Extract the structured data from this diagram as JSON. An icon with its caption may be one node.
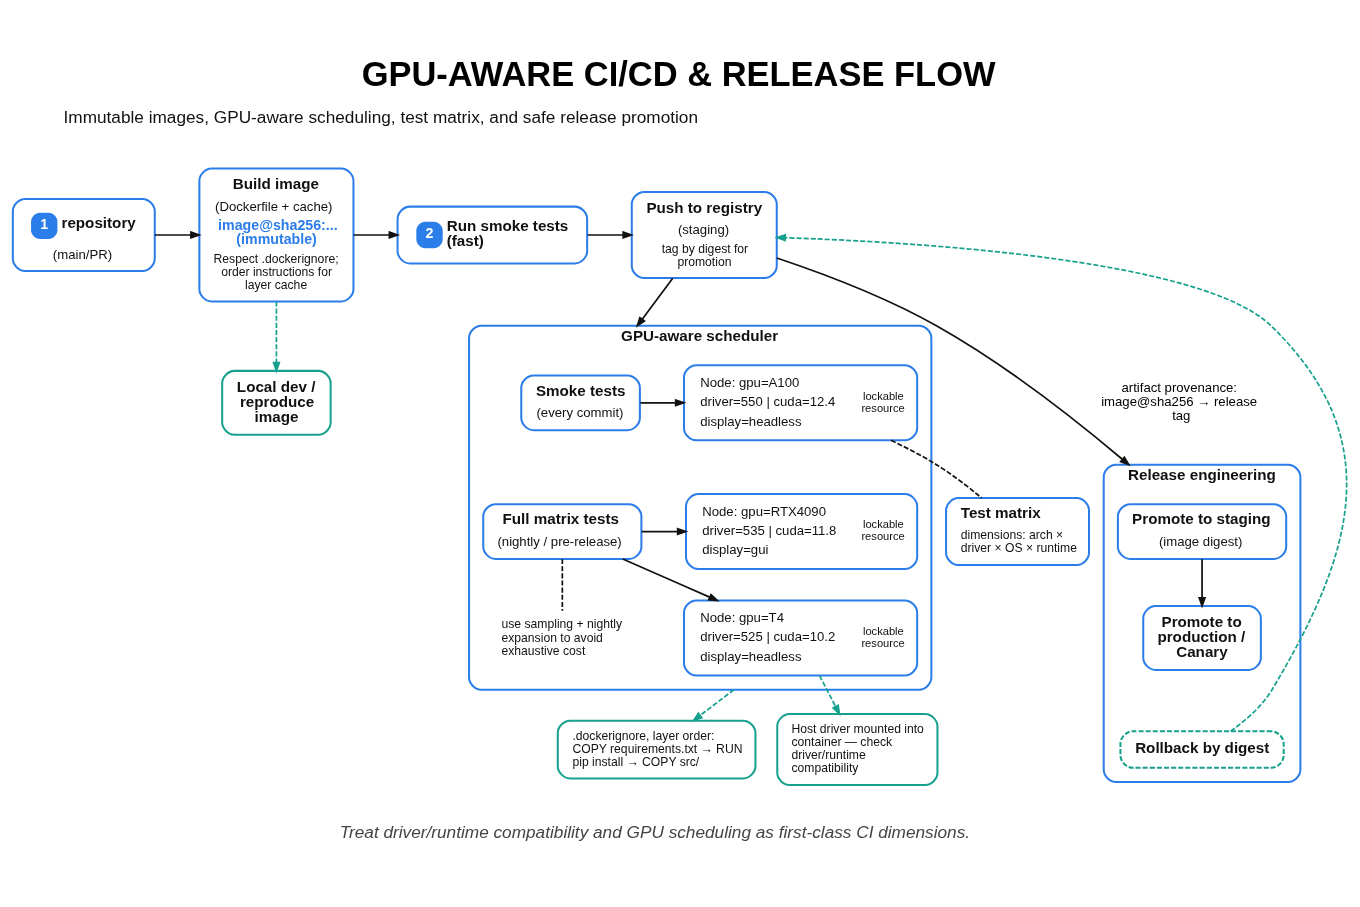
{
  "diagram": {
    "title": "GPU-AWARE CI/CD & RELEASE FLOW",
    "caption": "Treat driver/runtime compatibility and GPU scheduling as first-class CI dimensions.",
    "nodes": [
      {
        "text": [
          "1",
          "repository",
          "(main/PR)"
        ]
      },
      {
        "text": [
          "Build image",
          "(Dockerfile + cache)",
          "image@sha256:... (immutable)",
          "Respect .dockerignore; order instructions for layer cache"
        ]
      },
      {
        "text": [
          "2",
          "Run smoke tests (fast)"
        ]
      },
      {
        "text": [
          "Push to registry",
          "(staging)",
          "tag by digest for promotion"
        ]
      },
      {
        "text": [
          "Local dev / reproduce image"
        ]
      },
      {
        "text": [
          "GPU-aware scheduler"
        ]
      },
      {
        "text": [
          "Smoke tests",
          "(every commit)"
        ],
        "in": 5
      },
      {
        "text": [
          "Node: gpu=A100",
          "driver=550 | cuda=12.4",
          "display=headless",
          "lockable resource"
        ],
        "in": 5
      },
      {
        "text": [
          "Full matrix tests",
          "(nightly / pre-release)"
        ],
        "in": 5
      },
      {
        "text": [
          "Node: gpu=RTX4090",
          "driver=535 | cuda=11.8",
          "display=gui",
          "lockable resource"
        ],
        "in": 5
      },
      {
        "text": [
          "use sampling + nightly expansion to avoid exhaustive cost"
        ],
        "in": 5
      },
      {
        "text": [
          "Node: gpu=T4",
          "driver=525 | cuda=10.2",
          "display=headless",
          "lockable resource"
        ],
        "in": 5
      },
      {
        "text": [
          ".dockerignore, layer order: COPY requirements.txt → RUN pip install → COPY src/"
        ]
      },
      {
        "text": [
          "Test matrix",
          "dimensions: arch × driver × OS × runtime"
        ]
      },
      {
        "text": [
          "Host driver mounted into container — check driver/runtime compatibility"
        ]
      },
      {
        "text": [
          "Release engineering"
        ]
      },
      {
        "text": [
          "Promote to staging",
          "(image digest)"
        ],
        "in": 15
      },
      {
        "text": [
          "Promote to production / Canary"
        ],
        "in": 15
      },
      {
        "text": [
          "Rollback by digest"
        ],
        "in": 15
      }
    ],
    "edges": [
      {
        "from": 0,
        "to": 1,
        "arrow": "to"
      },
      {
        "from": 1,
        "to": 2,
        "arrow": "to"
      },
      {
        "from": 2,
        "to": 3,
        "arrow": "to"
      },
      {
        "from": 3,
        "to": 5,
        "arrow": "to"
      },
      {
        "from": 3,
        "to": 15,
        "arrow": "to",
        "label": "artifact provenance: image@sha256 → release tag"
      },
      {
        "from": 1,
        "to": 4,
        "arrow": "to",
        "style": "dashed",
        "color": "#17a08e"
      },
      {
        "from": 6,
        "to": 7,
        "arrow": "to"
      },
      {
        "from": 8,
        "to": 9,
        "arrow": "to"
      },
      {
        "from": 8,
        "to": 11,
        "arrow": "to"
      },
      {
        "from": 8,
        "to": 10,
        "arrow": "none",
        "style": "dashed"
      },
      {
        "from": 7,
        "to": 13,
        "arrow": "none",
        "style": "dashed"
      },
      {
        "from": 11,
        "to": 14,
        "arrow": "to",
        "style": "dashed",
        "color": "#17a08e"
      },
      {
        "from": 5,
        "to": 12,
        "arrow": "to",
        "style": "dashed",
        "color": "#17a08e"
      },
      {
        "from": 16,
        "to": 17,
        "arrow": "to"
      },
      {
        "from": 18,
        "to": 3,
        "arrow": "to",
        "style": "dashed",
        "color": "#17a08e"
      }
    ],
    "labels": [
      "Immutable images, GPU-aware scheduling, test matrix, and safe release promotion"
    ]
  }
}
